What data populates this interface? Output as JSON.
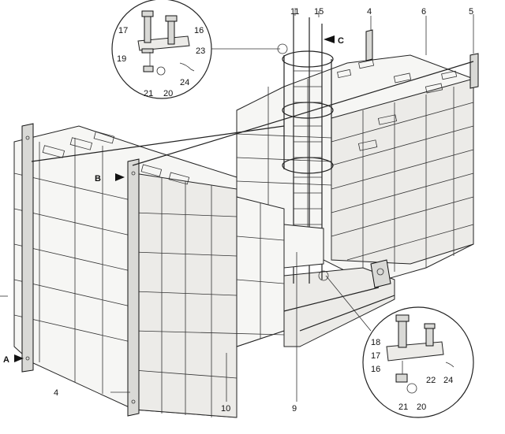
{
  "labels": {
    "l11": "11",
    "l15": "15",
    "l4_top": "4",
    "l6": "6",
    "l5": "5",
    "lC": "C",
    "lB": "B",
    "lA": "A",
    "l4_bottom": "4",
    "l10": "10",
    "l9": "9",
    "top_inset": {
      "n17": "17",
      "n16": "16",
      "n19": "19",
      "n23": "23",
      "n21": "21",
      "n20": "20",
      "n24": "24"
    },
    "bottom_inset": {
      "n18": "18",
      "n17": "17",
      "n16": "16",
      "n22": "22",
      "n24": "24",
      "n21": "21",
      "n20": "20"
    }
  },
  "colors": {
    "line": "#222222",
    "block_face": "#f6f6f4",
    "post_fill": "#d9d9d6"
  }
}
